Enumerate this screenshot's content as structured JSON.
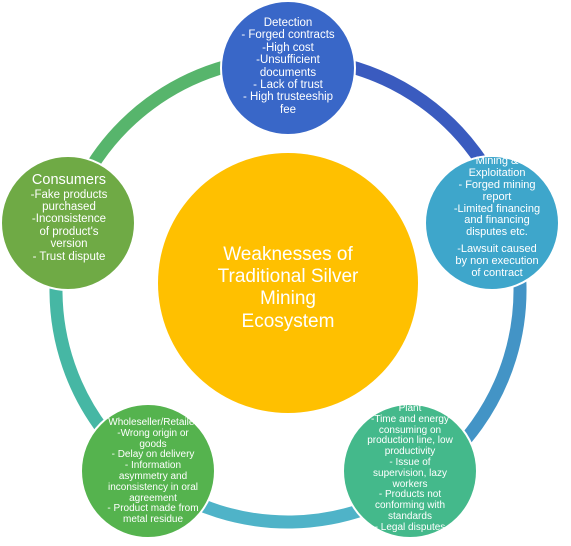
{
  "colors": {
    "ring_segments": [
      "#3A5BBF",
      "#4394C6",
      "#4FB3C8",
      "#46B7A4",
      "#57B56C",
      "#6FAE45"
    ],
    "detection": "#3967C8",
    "mining": "#3EA6CB",
    "plant": "#44B98B",
    "wholeseller": "#55B34E",
    "consumers": "#6FAA45",
    "center": "#FFC000",
    "text": "#FFFFFF"
  },
  "center": {
    "lines": [
      "Weaknesses of",
      "Traditional Silver",
      "Mining",
      "Ecosystem"
    ]
  },
  "nodes": {
    "detection": {
      "lines": [
        "Detection",
        "- Forged contracts",
        "-High cost",
        "-Unsufficient",
        "documents",
        "- Lack of trust",
        "- High trusteeship",
        "fee"
      ]
    },
    "mining": {
      "lines": [
        "Mining &",
        "Exploitation",
        "- Forged mining",
        "report",
        "-Limited financing",
        "and financing",
        "disputes etc.",
        "-Lawsuit caused",
        "by non execution",
        "of contract"
      ]
    },
    "plant": {
      "lines": [
        "Plant",
        "-Time and energy",
        "consuming on",
        "production line, low",
        "productivity",
        "- Issue of",
        "supervision, lazy",
        "workers",
        "- Products not",
        "conforming with",
        "standards",
        "- Legal disputes"
      ]
    },
    "wholeseller": {
      "lines": [
        "Wholeseller/Retailer",
        "-Wrong origin or",
        "goods",
        "- Delay on delivery",
        "- Information",
        "asymmetry and",
        "inconsistency in oral",
        "agreement",
        "- Product made from",
        "metal residue"
      ]
    },
    "consumers": {
      "title": "Consumers",
      "lines": [
        "-Fake products",
        "purchased",
        "-Inconsistence",
        "of product's",
        "version",
        "- Trust dispute"
      ]
    }
  }
}
